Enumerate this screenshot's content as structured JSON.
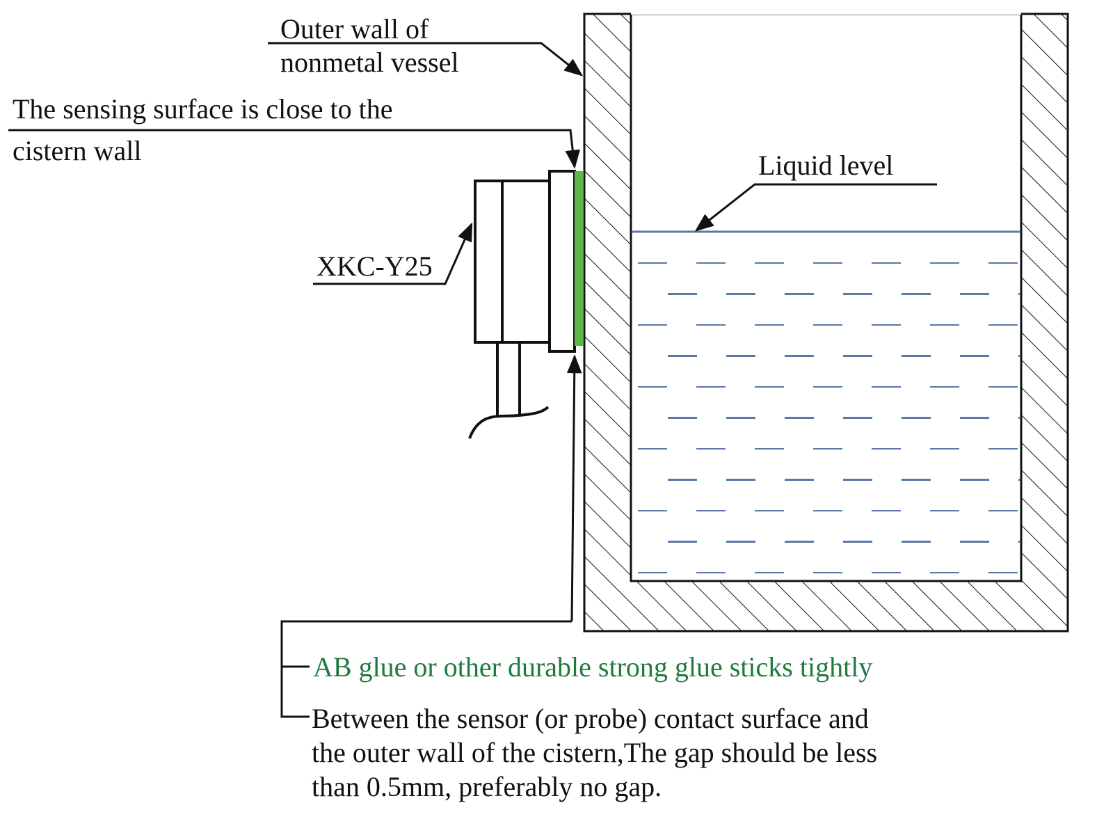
{
  "labels": {
    "outer_wall_line1": "Outer wall of",
    "outer_wall_line2": "nonmetal vessel",
    "sensing_line1": "The sensing surface is close to the",
    "sensing_line2": "cistern wall",
    "model": "XKC-Y25",
    "liquid_level": "Liquid level",
    "glue": "AB glue or other durable strong glue sticks tightly",
    "gap_line1": "Between the sensor (or probe) contact surface and",
    "gap_line2": "the outer wall of the cistern,The gap should be less",
    "gap_line3": "than 0.5mm, preferably no gap."
  },
  "colors": {
    "glue": "#5cb946",
    "glue_text": "#1f7a3f",
    "liquid": "#5a78a8"
  }
}
